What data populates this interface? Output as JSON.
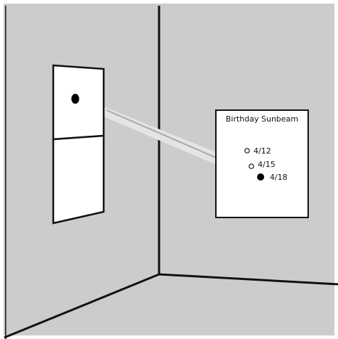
{
  "colors": {
    "wall": "#cccccc",
    "edge": "#111111",
    "panel": "#ffffff",
    "beam": "#e4e4e4",
    "beam_core": "#a8a8a8",
    "dot": "#000000"
  },
  "poster": {
    "title": "Birthday Sunbeam",
    "marks": [
      {
        "label": "4/12",
        "filled": false
      },
      {
        "label": "4/15",
        "filled": false
      },
      {
        "label": "4/18",
        "filled": true
      }
    ]
  }
}
